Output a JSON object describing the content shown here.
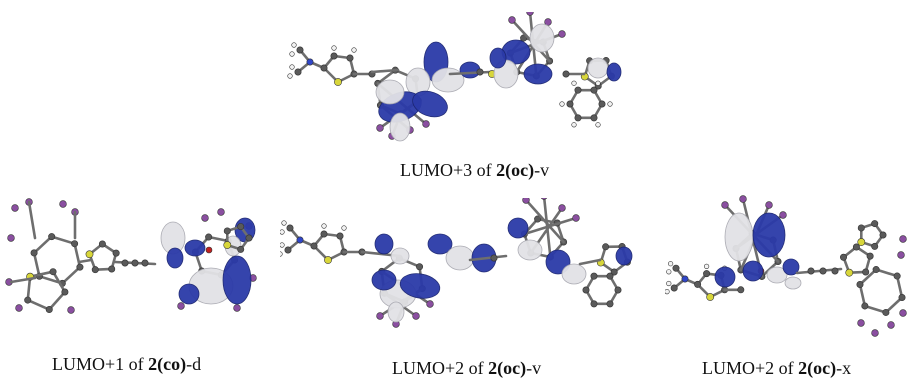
{
  "captions": {
    "top": {
      "prefix": "LUMO+3 of ",
      "compound": "2(oc)",
      "suffix": "-v"
    },
    "left": {
      "prefix": "LUMO+1 of ",
      "compound": "2(co)",
      "suffix": "-d"
    },
    "mid": {
      "prefix": "LUMO+2 of ",
      "compound": "2(oc)",
      "suffix": "-v"
    },
    "right": {
      "prefix": "LUMO+2 of ",
      "compound": "2(oc)",
      "suffix": "-x"
    }
  },
  "colors": {
    "lobe_positive": "#2b3aa8",
    "lobe_negative": "#e2e2e6",
    "bond": "#6e6e6e",
    "carbon": "#5a5a5a",
    "hydrogen": "#f2f2f2",
    "sulfur": "#d8d63a",
    "fluorine": "#8a4fa0",
    "nitrogen": "#3046c8",
    "oxygen": "#c02020"
  }
}
